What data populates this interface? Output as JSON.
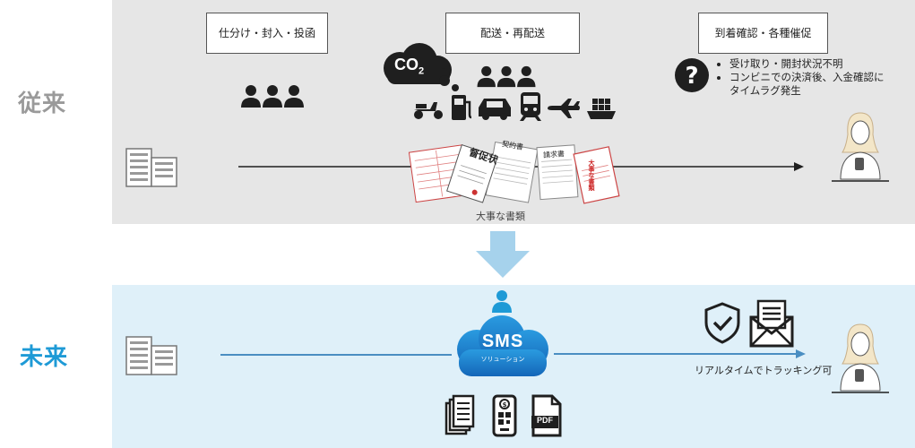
{
  "labels": {
    "conventional": "従来",
    "future": "未来"
  },
  "stages": {
    "sorting": "仕分け・封入・投函",
    "delivery": "配送・再配送",
    "arrival": "到着確認・各種催促"
  },
  "co2_text": "CO",
  "co2_sub": "2",
  "notes": [
    "受け取り・開封状況不明",
    "コンビニでの決済後、入金確認にタイムラグ発生"
  ],
  "documents": {
    "label": "大事な書類",
    "doc1": "督促状",
    "doc2": "契約書",
    "doc3": "請求書",
    "doc4": "大事な書類"
  },
  "sms": {
    "title": "SMS",
    "subtitle": "ソリューション"
  },
  "pdf_label": "PDF",
  "tracking_caption": "リアルタイムでトラッキング可",
  "colors": {
    "conventional_label": "#9a9a9a",
    "future_label": "#1e9ad6",
    "top_panel": "#e6e6e6",
    "bottom_panel": "#dff0f9",
    "down_arrow": "#a6d2ec",
    "sms_cloud": "#1a86d0",
    "person_blue": "#1e9ad6",
    "line_blue": "#4a8ec2"
  }
}
